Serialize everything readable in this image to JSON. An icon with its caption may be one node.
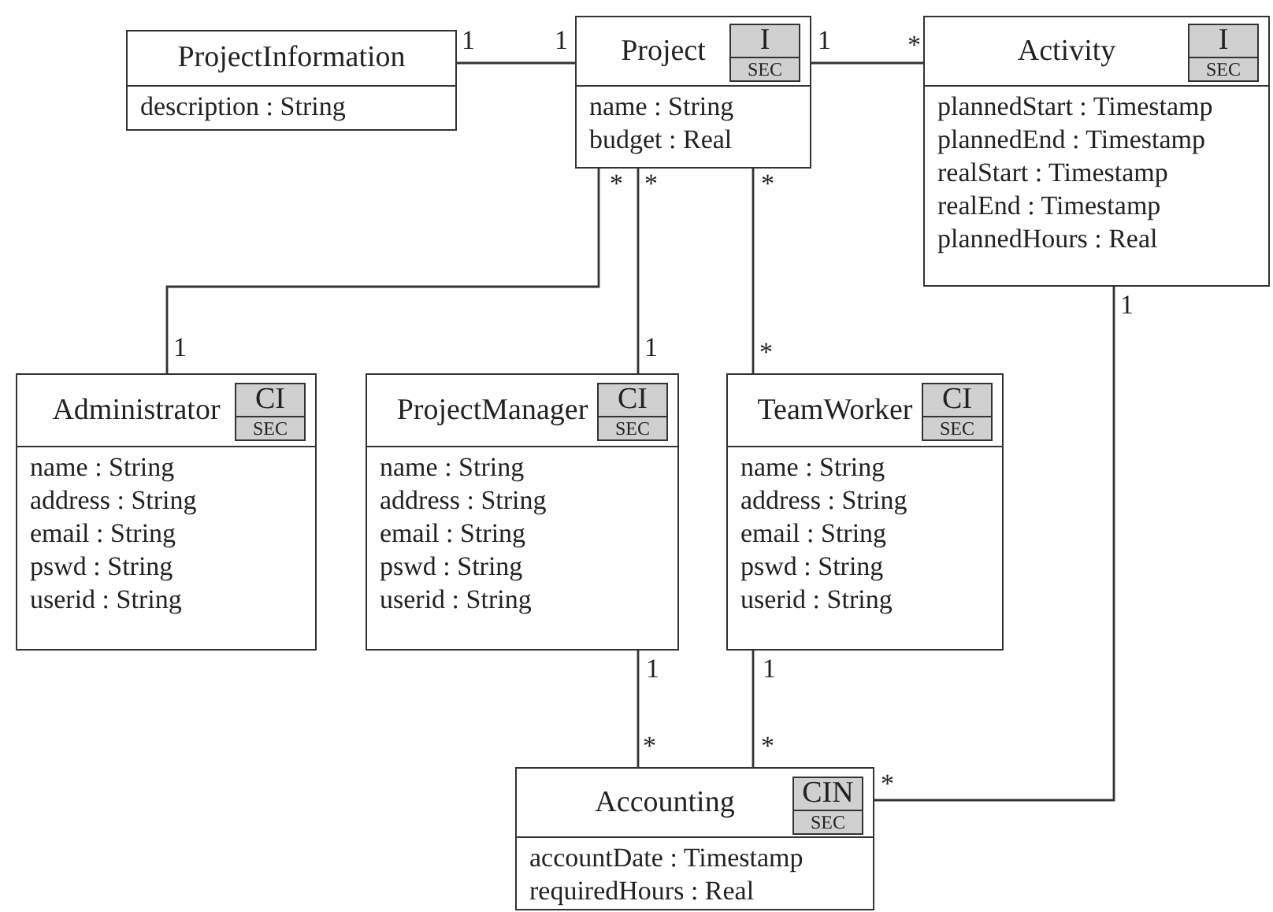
{
  "diagram": {
    "nodes": [
      {
        "text": [
          "ProjectInformation",
          "description : String"
        ]
      },
      {
        "text": [
          "Project",
          "name : String",
          "budget : Real"
        ]
      },
      {
        "text": [
          "I",
          "SEC"
        ],
        "in": 1
      },
      {
        "text": [
          "Activity",
          "plannedStart : Timestamp",
          "plannedEnd : Timestamp",
          "realStart : Timestamp",
          "realEnd : Timestamp",
          "plannedHours : Real"
        ]
      },
      {
        "text": [
          "I",
          "SEC"
        ],
        "in": 3
      },
      {
        "text": [
          "Administrator",
          "name : String",
          "address : String",
          "email : String",
          "pswd : String",
          "userid : String"
        ]
      },
      {
        "text": [
          "CI",
          "SEC"
        ],
        "in": 5
      },
      {
        "text": [
          "ProjectManager",
          "name : String",
          "address : String",
          "email : String",
          "pswd : String",
          "userid : String"
        ]
      },
      {
        "text": [
          "CI",
          "SEC"
        ],
        "in": 7
      },
      {
        "text": [
          "TeamWorker",
          "name : String",
          "address : String",
          "email : String",
          "pswd : String",
          "userid : String"
        ]
      },
      {
        "text": [
          "CI",
          "SEC"
        ],
        "in": 9
      },
      {
        "text": [
          "Accounting",
          "accountDate : Timestamp",
          "requiredHours : Real"
        ]
      },
      {
        "text": [
          "CIN",
          "SEC"
        ],
        "in": 11
      }
    ],
    "edges": [
      {
        "from": 0,
        "to": 1,
        "arrow": "none"
      },
      {
        "from": 1,
        "to": 3,
        "arrow": "none"
      },
      {
        "from": 1,
        "to": 5,
        "arrow": "none"
      },
      {
        "from": 1,
        "to": 7,
        "arrow": "none"
      },
      {
        "from": 1,
        "to": 9,
        "arrow": "none"
      },
      {
        "from": 7,
        "to": 11,
        "arrow": "none"
      },
      {
        "from": 9,
        "to": 11,
        "arrow": "none"
      },
      {
        "from": 3,
        "to": 11,
        "arrow": "none"
      }
    ],
    "labels": [
      "1",
      "1",
      "1",
      "*",
      "*",
      "*",
      "*",
      "1",
      "1",
      "1",
      "*",
      "1",
      "1",
      "*",
      "*",
      "*"
    ]
  }
}
